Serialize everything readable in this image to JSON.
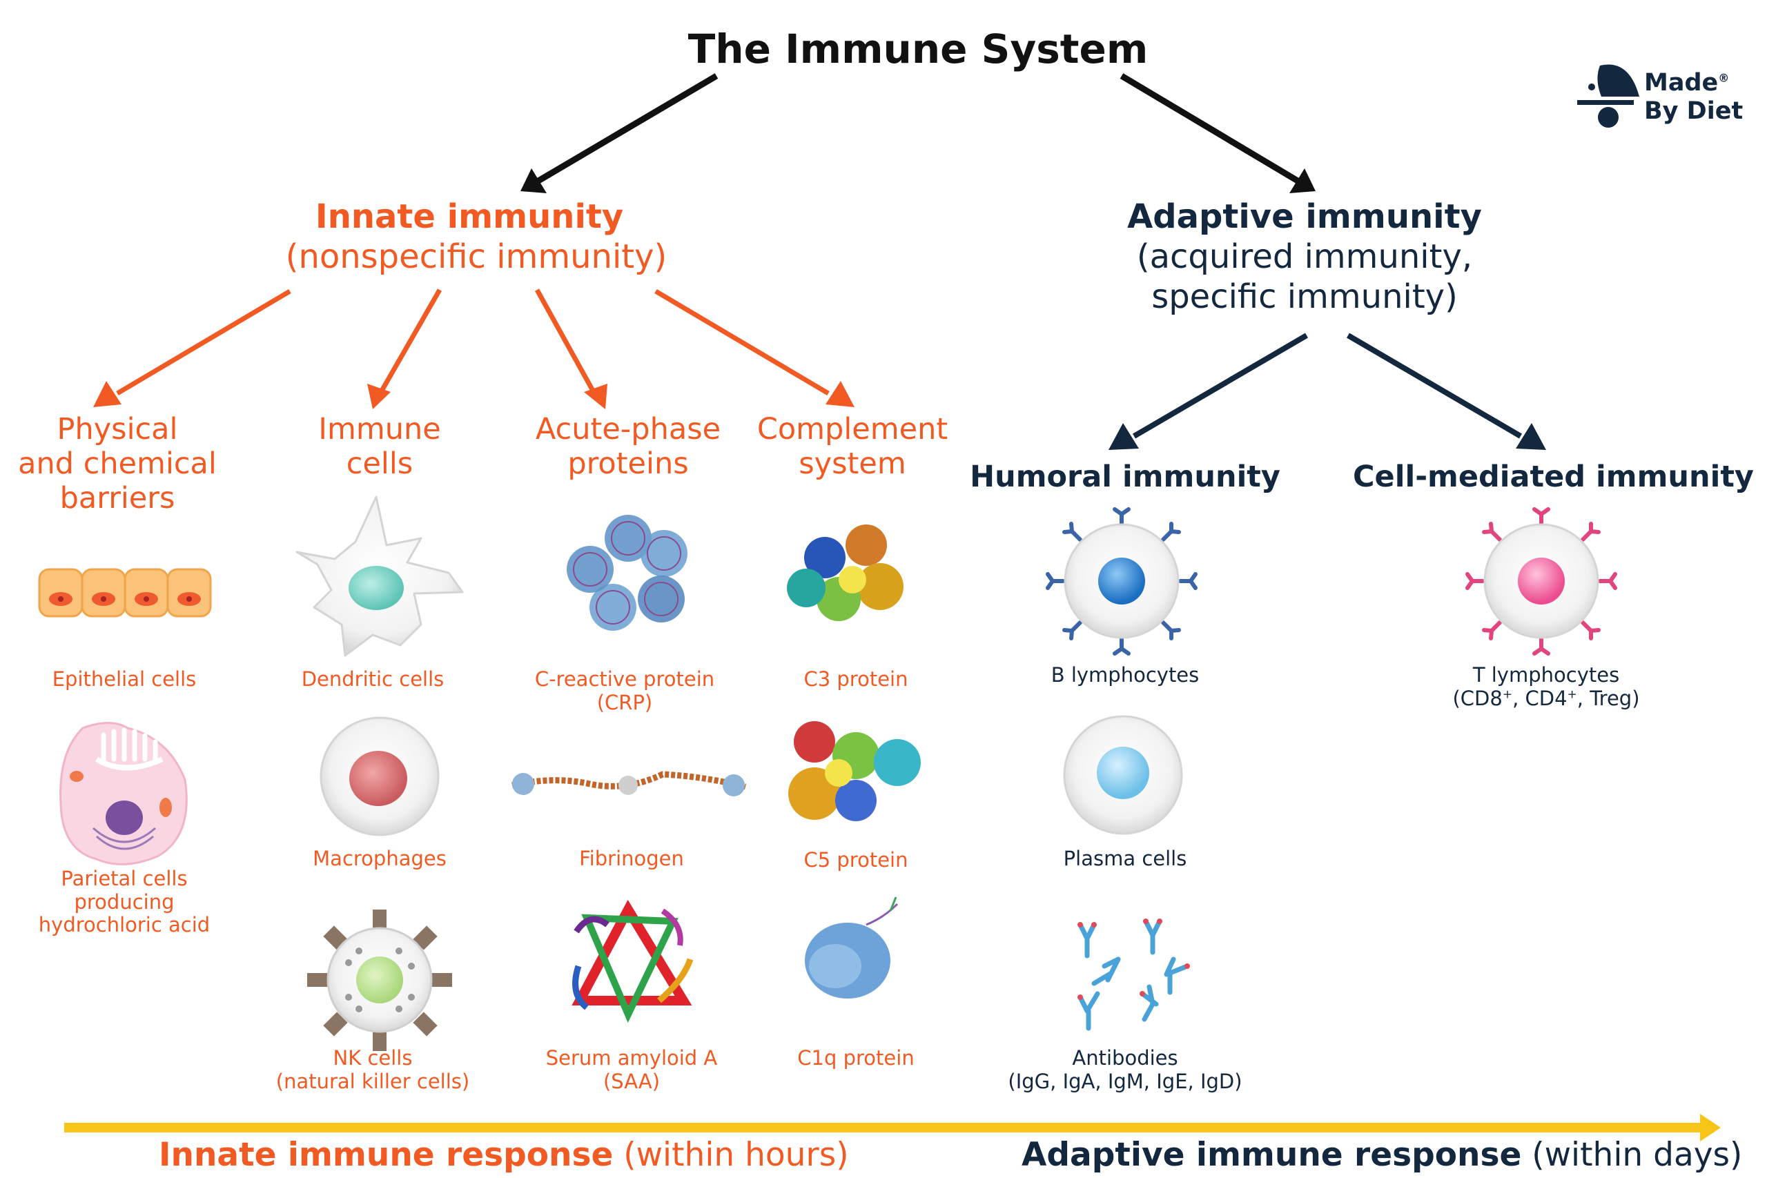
{
  "title": "The Immune System",
  "logo": {
    "line1": "Made",
    "reg": "®",
    "line2": "By Diet"
  },
  "innate": {
    "title": "Innate immunity",
    "subtitle": "(nonspecific immunity)",
    "categories": [
      {
        "name_line1": "Physical",
        "name_line2": "and chemical",
        "name_line3": "barriers",
        "items": [
          {
            "label": "Epithelial cells"
          },
          {
            "label_line1": "Parietal cells",
            "label_line2": "producing",
            "label_line3": "hydrochloric acid"
          }
        ]
      },
      {
        "name_line1": "Immune",
        "name_line2": "cells",
        "items": [
          {
            "label": "Dendritic cells"
          },
          {
            "label": "Macrophages"
          },
          {
            "label_line1": "NK cells",
            "label_line2": "(natural killer cells)"
          }
        ]
      },
      {
        "name_line1": "Acute-phase",
        "name_line2": "proteins",
        "items": [
          {
            "label_line1": "C-reactive protein",
            "label_line2": "(CRP)"
          },
          {
            "label": "Fibrinogen"
          },
          {
            "label_line1": "Serum amyloid A",
            "label_line2": "(SAA)"
          }
        ]
      },
      {
        "name_line1": "Complement",
        "name_line2": "system",
        "items": [
          {
            "label": "C3 protein"
          },
          {
            "label": "C5 protein"
          },
          {
            "label": "C1q protein"
          }
        ]
      }
    ]
  },
  "adaptive": {
    "title": "Adaptive immunity",
    "subtitle_line1": "(acquired immunity,",
    "subtitle_line2": "specific immunity)",
    "branches": [
      {
        "name": "Humoral immunity",
        "items": [
          {
            "label": "B lymphocytes"
          },
          {
            "label": "Plasma cells"
          },
          {
            "label_line1": "Antibodies",
            "label_line2": "(IgG, IgA, IgM, IgE, IgD)"
          }
        ]
      },
      {
        "name": "Cell-mediated immunity",
        "items": [
          {
            "label_line1": "T lymphocytes",
            "label_line2": "(CD8",
            "sup1": "+",
            "mid": ", CD4",
            "sup2": "+",
            "tail": ", Treg)"
          }
        ]
      }
    ]
  },
  "timeline": {
    "innate_bold": "Innate immune response",
    "innate_rest": " (within hours)",
    "adaptive_bold": "Adaptive immune response",
    "adaptive_rest": " (within days)"
  },
  "colors": {
    "innate": "#f15a22",
    "adaptive": "#13273f",
    "timeline": "#f7c418"
  },
  "icons": [
    "arrow-icon",
    "epithelial-cells-icon",
    "parietal-cell-icon",
    "dendritic-cell-icon",
    "macrophage-icon",
    "nk-cell-icon",
    "crp-protein-icon",
    "fibrinogen-icon",
    "saa-protein-icon",
    "c3-protein-icon",
    "c5-protein-icon",
    "c1q-protein-icon",
    "b-lymphocyte-icon",
    "plasma-cell-icon",
    "antibodies-icon",
    "t-lymphocyte-icon",
    "made-by-diet-logo"
  ]
}
